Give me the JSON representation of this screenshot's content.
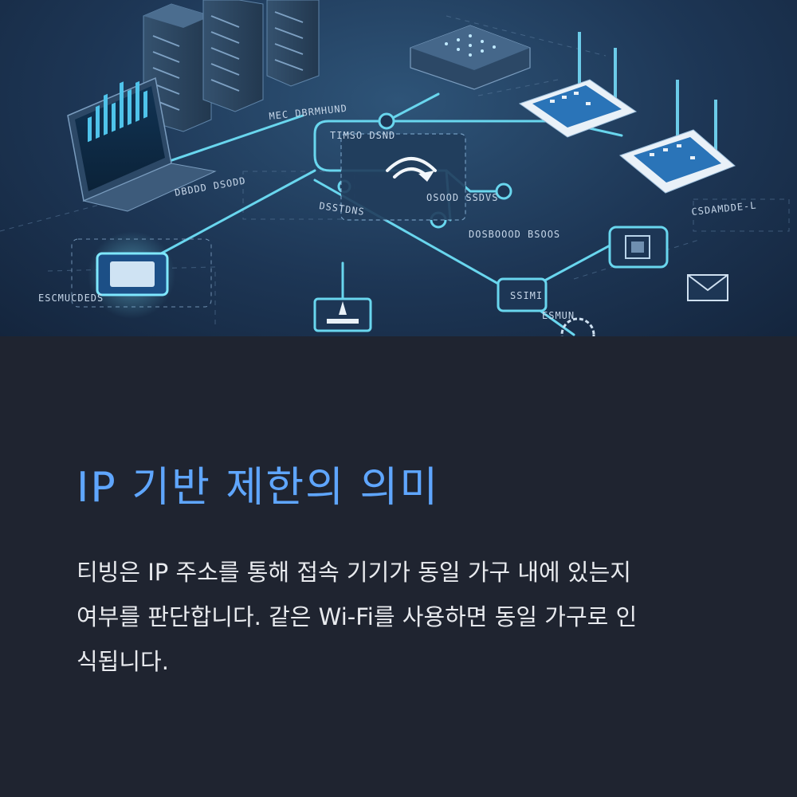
{
  "illustration": {
    "labels": {
      "server_rack": "MEC DBRMHUND",
      "laptop": "DBDDD DSODD",
      "router_top": "TIMSO DSND",
      "router_mid": "OSOOD SSDVS",
      "switch_label": "DSSTDNS",
      "router_bottom": "DOSBOOOD BSOOS",
      "wifi_node": "CSDAMDDE-L",
      "chip": "ESCMUCDEDS",
      "small_node": "SSIMI",
      "bottom_label": "ESMUN"
    },
    "colors": {
      "line": "#69d6ee",
      "panel_bg": "#1f2430",
      "title": "#5fa6ff"
    }
  },
  "content": {
    "title": "IP 기반 제한의 의미",
    "body_lines": [
      "티빙은 IP 주소를 통해 접속 기기가 동일 가구 내에 있는지",
      "여부를 판단합니다. 같은 Wi-Fi를 사용하면 동일 가구로 인",
      "식됩니다."
    ]
  }
}
